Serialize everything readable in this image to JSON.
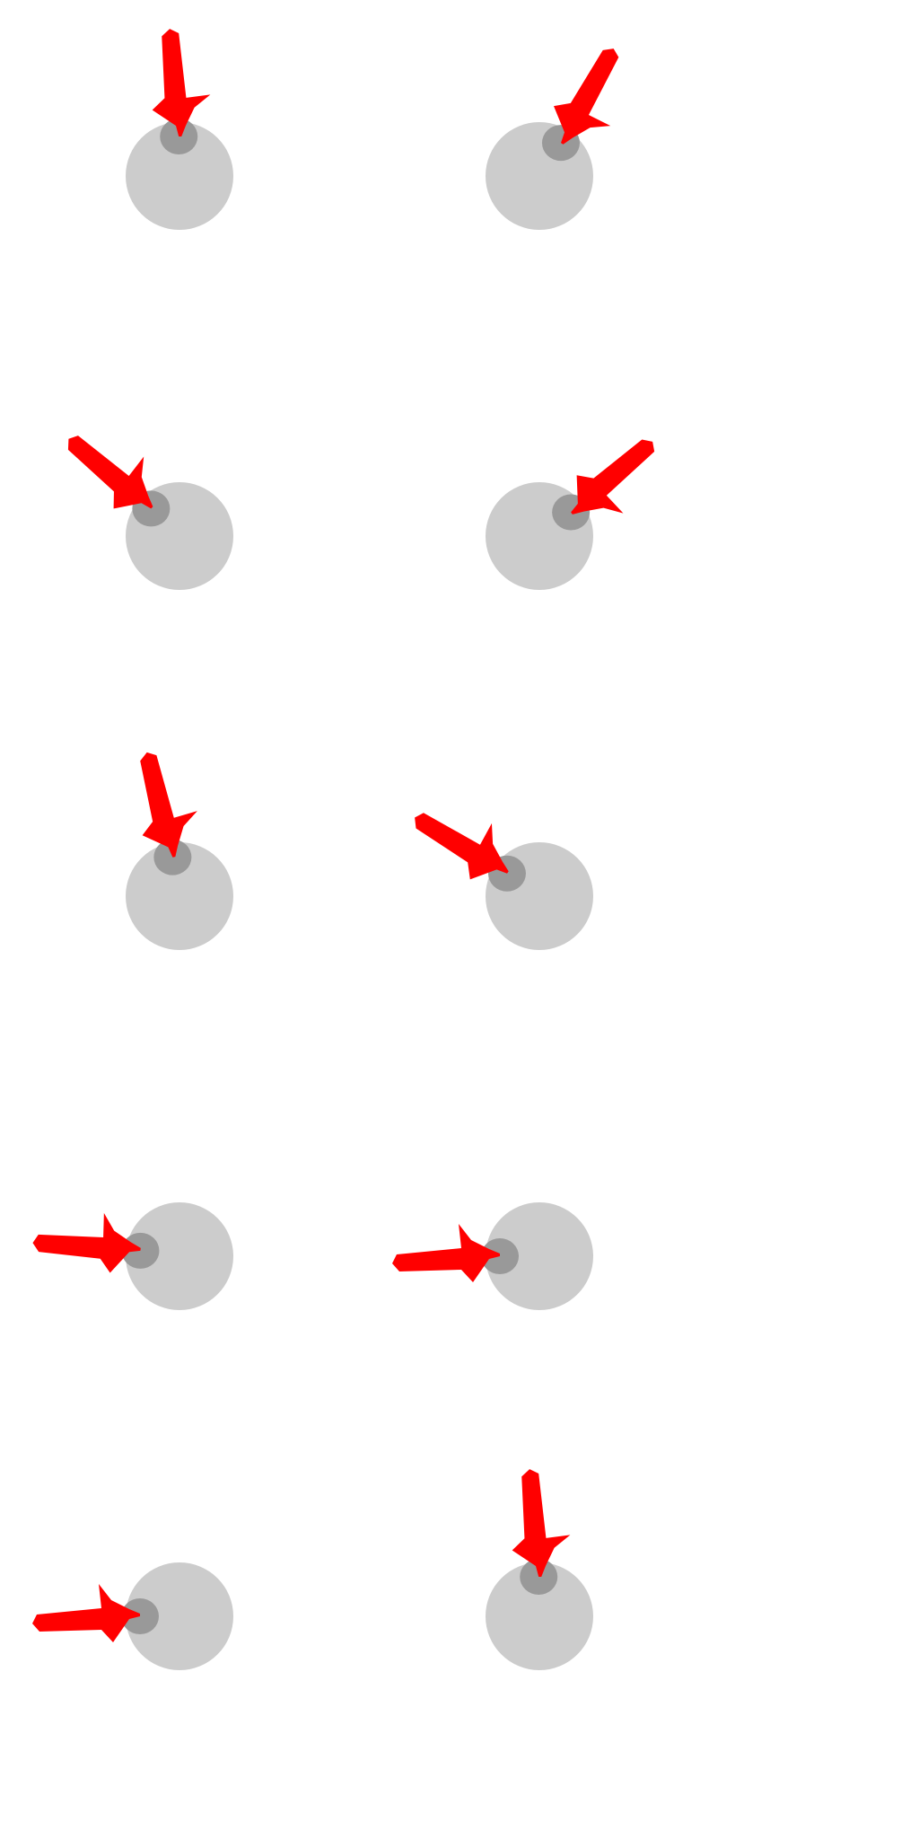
{
  "colors": {
    "background": "#ffffff",
    "disc": "#cccccc",
    "contact_dot": "#999999",
    "arrow": "#ff0000"
  },
  "glyphs": [
    {
      "id": "r1c1",
      "row": 1,
      "col": 1,
      "arrow_direction_deg": 91
    },
    {
      "id": "r1c2",
      "row": 1,
      "col": 2,
      "arrow_direction_deg": 57
    },
    {
      "id": "r2c1",
      "row": 2,
      "col": 1,
      "arrow_direction_deg": 136
    },
    {
      "id": "r2c2",
      "row": 2,
      "col": 2,
      "arrow_direction_deg": 37
    },
    {
      "id": "r3c1",
      "row": 3,
      "col": 1,
      "arrow_direction_deg": 100
    },
    {
      "id": "r3c2",
      "row": 3,
      "col": 2,
      "arrow_direction_deg": 145
    },
    {
      "id": "r4c1",
      "row": 4,
      "col": 1,
      "arrow_direction_deg": 172
    },
    {
      "id": "r4c2",
      "row": 4,
      "col": 2,
      "arrow_direction_deg": 180
    },
    {
      "id": "r5c1",
      "row": 5,
      "col": 1,
      "arrow_direction_deg": 180
    },
    {
      "id": "r5c2",
      "row": 5,
      "col": 2,
      "arrow_direction_deg": 91
    }
  ]
}
